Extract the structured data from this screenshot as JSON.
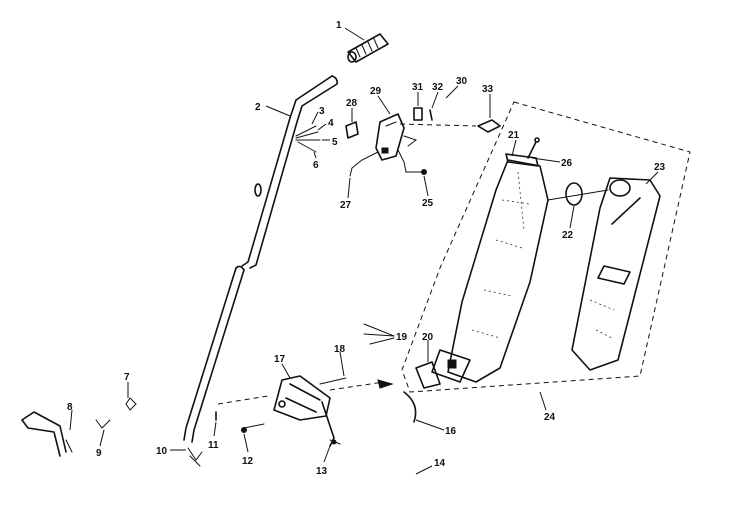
{
  "labels": {
    "l1": "1",
    "l2": "2",
    "l3": "3",
    "l4": "4",
    "l5": "5",
    "l6": "6",
    "l7": "7",
    "l8": "8",
    "l9": "9",
    "l10": "10",
    "l11": "11",
    "l12": "12",
    "l13": "13",
    "l14": "14",
    "l16": "16",
    "l17": "17",
    "l18": "18",
    "l19": "19",
    "l20": "20",
    "l21": "21",
    "l22": "22",
    "l23": "23",
    "l24": "24",
    "l25": "25",
    "l26": "26",
    "l27": "27",
    "l28": "28",
    "l29": "29",
    "l30": "30",
    "l31": "31",
    "l32": "32",
    "l33": "33"
  }
}
